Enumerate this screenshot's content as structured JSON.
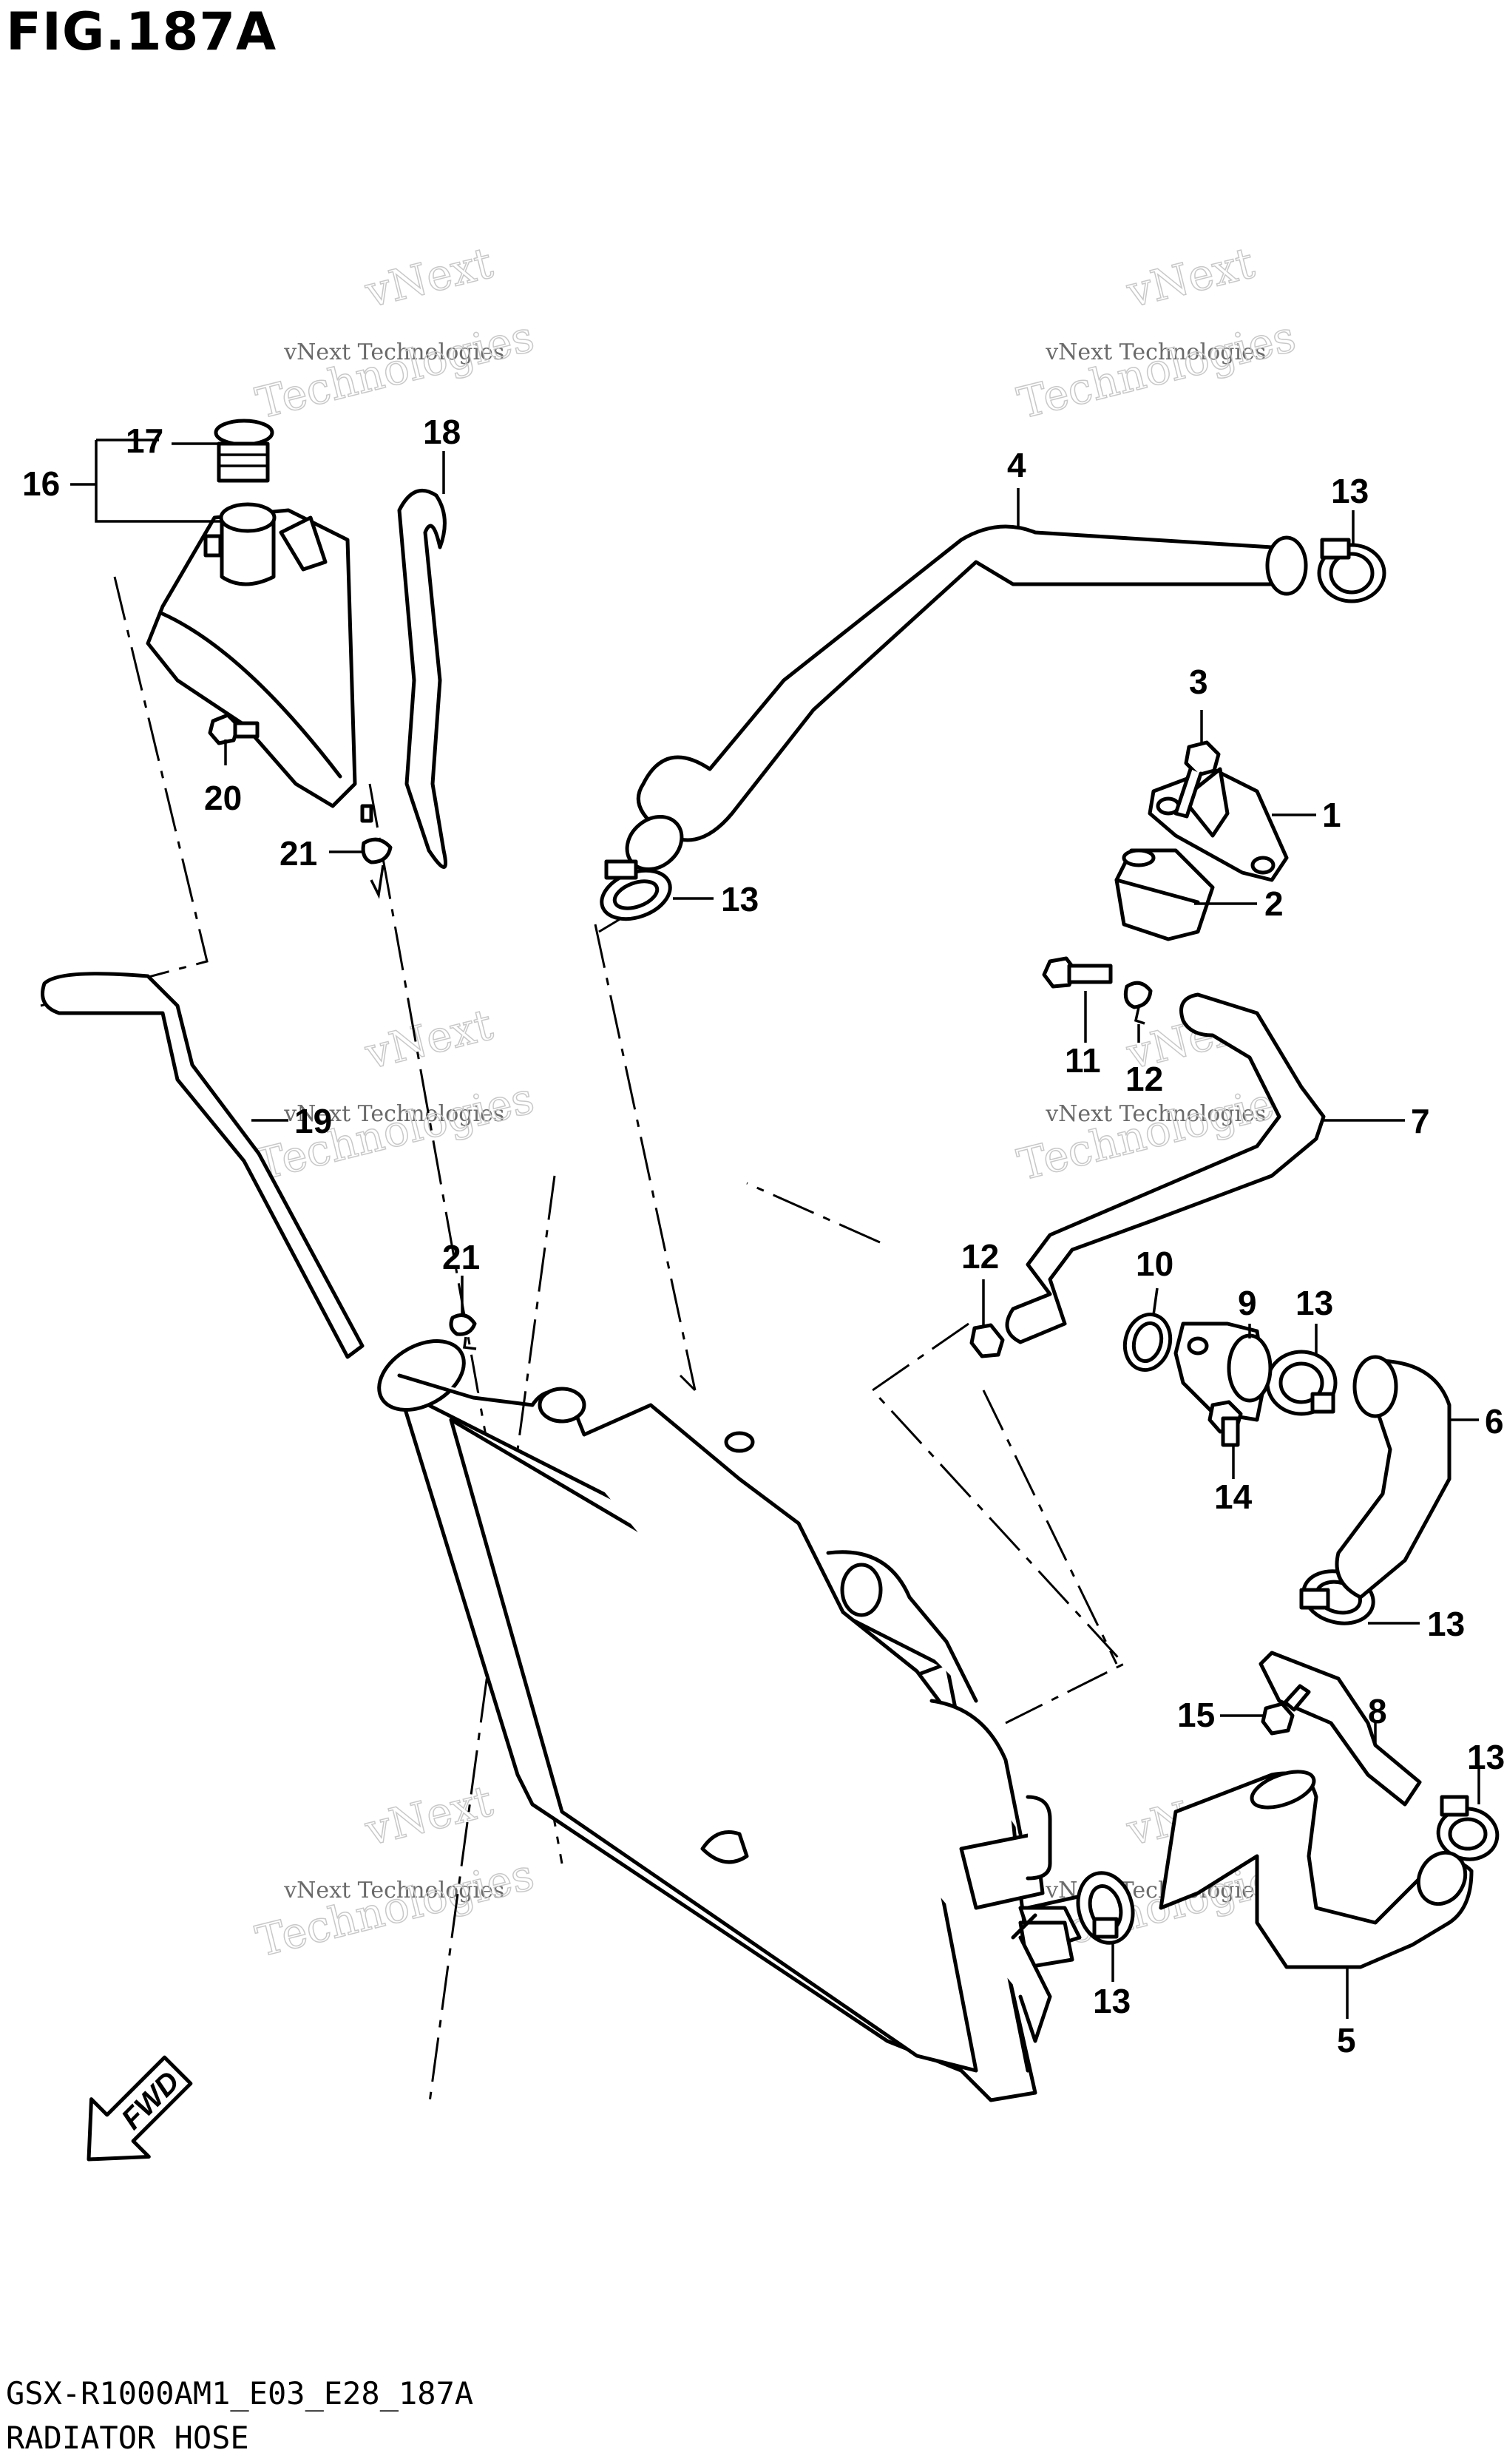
{
  "title": "FIG.187A",
  "figure_code": "GSX-R1000AM1_E03_E28_187A",
  "figure_name": "RADIATOR HOSE",
  "direction_label": "FWD",
  "watermark": {
    "line1": "vNext",
    "line2": "vNext Technologies",
    "line3": "Technologies"
  },
  "callouts": {
    "c1": "1",
    "c2": "2",
    "c3": "3",
    "c4": "4",
    "c5": "5",
    "c6": "6",
    "c7": "7",
    "c8": "8",
    "c9": "9",
    "c10": "10",
    "c11": "11",
    "c12a": "12",
    "c12b": "12",
    "c13a": "13",
    "c13b": "13",
    "c13c": "13",
    "c13d": "13",
    "c13e": "13",
    "c13f": "13",
    "c14": "14",
    "c15": "15",
    "c16": "16",
    "c17": "17",
    "c18": "18",
    "c19": "19",
    "c20": "20",
    "c21a": "21",
    "c21b": "21"
  }
}
